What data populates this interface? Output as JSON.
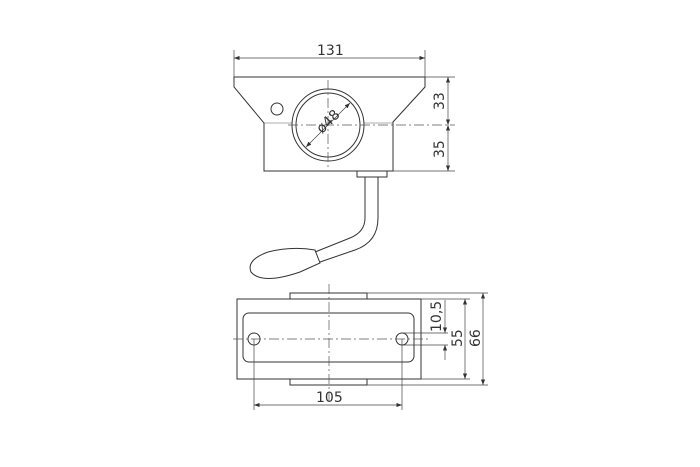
{
  "dimensions": {
    "top_width": "131",
    "bore_diameter": "ø48",
    "upper_height": "33",
    "lower_height": "35",
    "hole_spacing": "105",
    "hole_offset": "10,5",
    "inner_width": "55",
    "outer_width": "66"
  },
  "colors": {
    "line": "#333333",
    "background": "#ffffff"
  }
}
